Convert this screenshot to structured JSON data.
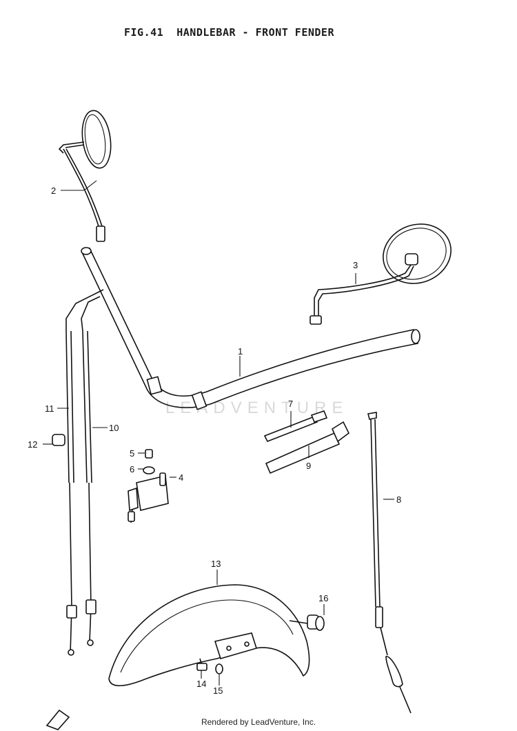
{
  "header": {
    "title": "FIG.41  HANDLEBAR - FRONT FENDER"
  },
  "footer": {
    "text": "Rendered by LeadVenture, Inc."
  },
  "watermark": {
    "text": "LEADVENTURE"
  },
  "callouts": [
    {
      "id": "1",
      "label": "1",
      "part": "handlebar"
    },
    {
      "id": "2",
      "label": "2",
      "part": "left-mirror"
    },
    {
      "id": "3",
      "label": "3",
      "part": "right-mirror"
    },
    {
      "id": "4",
      "label": "4",
      "part": "lock-assembly"
    },
    {
      "id": "5",
      "label": "5",
      "part": "screw"
    },
    {
      "id": "6",
      "label": "6",
      "part": "washer"
    },
    {
      "id": "7",
      "label": "7",
      "part": "band"
    },
    {
      "id": "8",
      "label": "8",
      "part": "speedometer-cable"
    },
    {
      "id": "9",
      "label": "9",
      "part": "band"
    },
    {
      "id": "10",
      "label": "10",
      "part": "cable"
    },
    {
      "id": "11",
      "label": "11",
      "part": "cable"
    },
    {
      "id": "12",
      "label": "12",
      "part": "clamp"
    },
    {
      "id": "13",
      "label": "13",
      "part": "front-fender"
    },
    {
      "id": "14",
      "label": "14",
      "part": "bolt"
    },
    {
      "id": "15",
      "label": "15",
      "part": "washer"
    },
    {
      "id": "16",
      "label": "16",
      "part": "reflector"
    }
  ]
}
